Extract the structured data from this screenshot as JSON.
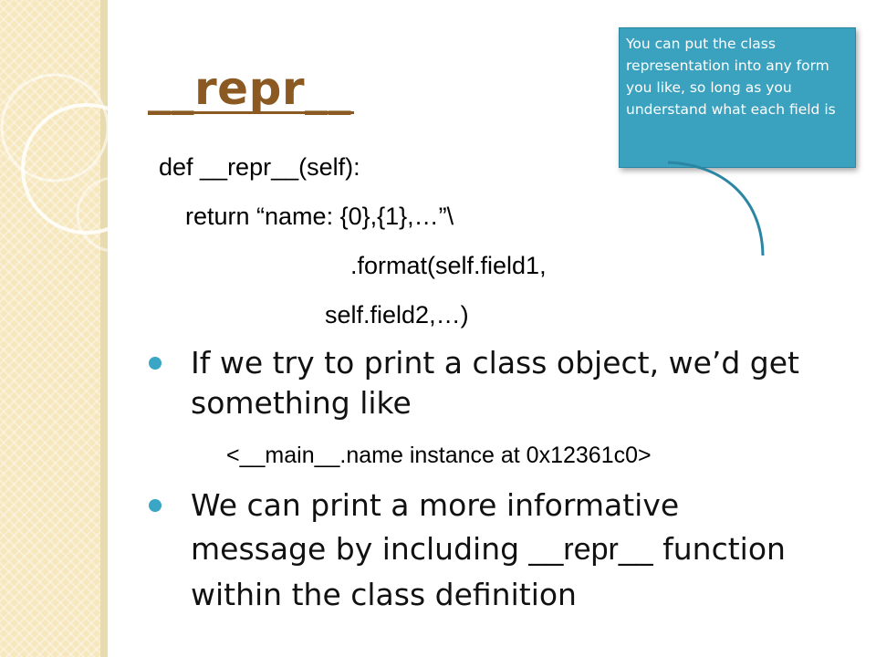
{
  "slide": {
    "title": "__repr__",
    "code_lines": [
      "def __repr__(self):",
      "return “name: {0},{1},…”\\",
      ".format(self.field1,",
      "self.field2,…)"
    ],
    "bullets": [
      {
        "line1": "If we try to print a class object, we’d get",
        "line2": "something like",
        "example": "<__main__.name instance at 0x12361c0>"
      },
      {
        "line1": "We can print a more informative",
        "line2_before": "message by including ",
        "line2_code": "__repr__",
        "line2_after": " function",
        "line3": "within the class definition"
      }
    ],
    "callout": "You can put the class representation into any form you like, so long as you understand what each field is"
  },
  "colors": {
    "title": "#8a5a22",
    "accent": "#3aa1bf",
    "band": "#f6e7bd"
  }
}
